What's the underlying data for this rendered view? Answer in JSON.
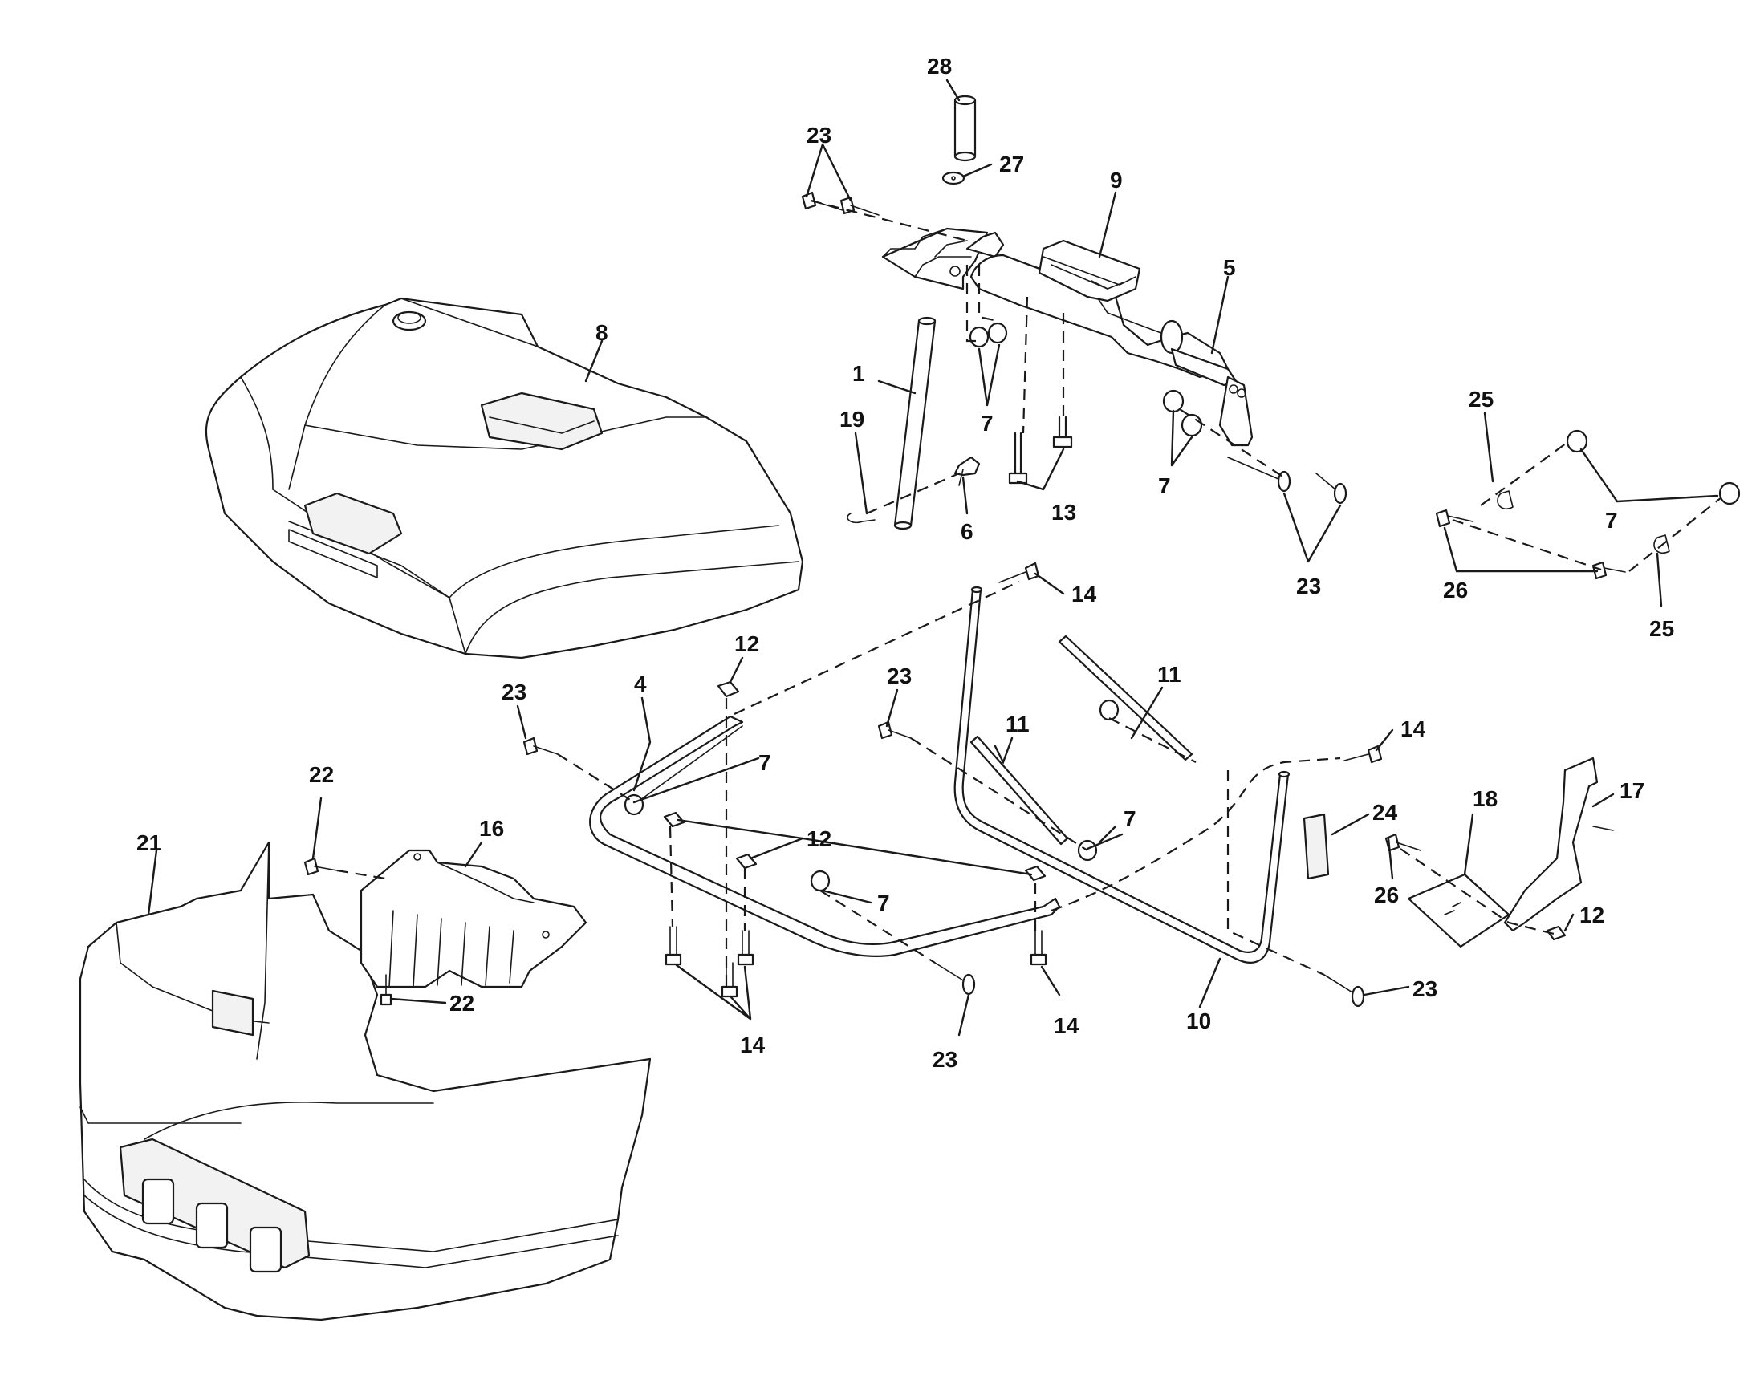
{
  "diagram": {
    "callouts": [
      {
        "id": "c28",
        "label": "28"
      },
      {
        "id": "c23a",
        "label": "23"
      },
      {
        "id": "c27",
        "label": "27"
      },
      {
        "id": "c9",
        "label": "9"
      },
      {
        "id": "c8",
        "label": "8"
      },
      {
        "id": "c5",
        "label": "5"
      },
      {
        "id": "c1",
        "label": "1"
      },
      {
        "id": "c7a",
        "label": "7"
      },
      {
        "id": "c19",
        "label": "19"
      },
      {
        "id": "c6",
        "label": "6"
      },
      {
        "id": "c13",
        "label": "13"
      },
      {
        "id": "c7b",
        "label": "7"
      },
      {
        "id": "c23b",
        "label": "23"
      },
      {
        "id": "c25a",
        "label": "25"
      },
      {
        "id": "c7c",
        "label": "7"
      },
      {
        "id": "c26a",
        "label": "26"
      },
      {
        "id": "c25b",
        "label": "25"
      },
      {
        "id": "c14a",
        "label": "14"
      },
      {
        "id": "c12a",
        "label": "12"
      },
      {
        "id": "c23c",
        "label": "23"
      },
      {
        "id": "c4",
        "label": "4"
      },
      {
        "id": "c23d",
        "label": "23"
      },
      {
        "id": "c11a",
        "label": "11"
      },
      {
        "id": "c11b",
        "label": "11"
      },
      {
        "id": "c14b",
        "label": "14"
      },
      {
        "id": "c7d",
        "label": "7"
      },
      {
        "id": "c7e",
        "label": "7"
      },
      {
        "id": "c22a",
        "label": "22"
      },
      {
        "id": "c16",
        "label": "16"
      },
      {
        "id": "c21",
        "label": "21"
      },
      {
        "id": "c12b",
        "label": "12"
      },
      {
        "id": "c24",
        "label": "24"
      },
      {
        "id": "c18",
        "label": "18"
      },
      {
        "id": "c17",
        "label": "17"
      },
      {
        "id": "c7f",
        "label": "7"
      },
      {
        "id": "c26b",
        "label": "26"
      },
      {
        "id": "c12c",
        "label": "12"
      },
      {
        "id": "c22b",
        "label": "22"
      },
      {
        "id": "c14c",
        "label": "14"
      },
      {
        "id": "c23e",
        "label": "23"
      },
      {
        "id": "c14d",
        "label": "14"
      },
      {
        "id": "c10",
        "label": "10"
      },
      {
        "id": "c23f",
        "label": "23"
      }
    ]
  }
}
